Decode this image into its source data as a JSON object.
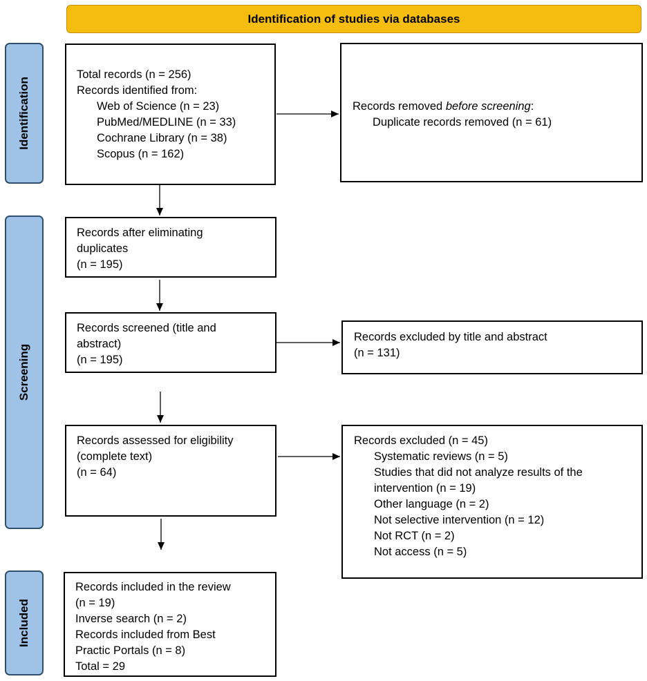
{
  "header": {
    "title": "Identification of studies via databases"
  },
  "phases": {
    "identification": "Identification",
    "screening": "Screening",
    "included": "Included"
  },
  "identification_box": {
    "total": "Total records (n = 256)",
    "identified_from": "Records identified from:",
    "sources": [
      "Web of Science (n = 23)",
      "PubMed/MEDLINE (n = 33)",
      "Cochrane Library (n = 38)",
      "Scopus (n = 162)"
    ]
  },
  "removed_box": {
    "title_prefix": "Records removed ",
    "title_italic": "before screening",
    "title_suffix": ":",
    "detail": "Duplicate records removed (n = 61)"
  },
  "after_duplicates_box": {
    "line1": "Records after eliminating",
    "line2": "duplicates",
    "line3": "(n = 195)"
  },
  "screened_box": {
    "line1": "Records screened (title and",
    "line2": "abstract)",
    "line3": "(n = 195)"
  },
  "excluded_title_box": {
    "line1": "Records excluded by title and abstract",
    "line2": "(n = 131)"
  },
  "eligibility_box": {
    "line1": "Records assessed for eligibility",
    "line2": "(complete text)",
    "line3": "(n = 64)"
  },
  "excluded_box": {
    "title": "Records excluded (n = 45)",
    "reasons": [
      "Systematic reviews (n = 5)",
      "Studies that did not analyze results of the intervention (n = 19)",
      "Other language (n = 2)",
      "Not selective intervention (n = 12)",
      "Not RCT (n = 2)",
      "Not access (n = 5)"
    ]
  },
  "included_box": {
    "line1": "Records included in the review",
    "line2": "(n = 19)",
    "line3": "Inverse search (n = 2)",
    "line4": "Records included from Best",
    "line5": "Practic Portals (n = 8)",
    "line6": "Total = 29"
  },
  "colors": {
    "header_fill": "#f5bd0f",
    "phase_fill": "#9fc3e7",
    "phase_border": "#2f4f6f"
  }
}
